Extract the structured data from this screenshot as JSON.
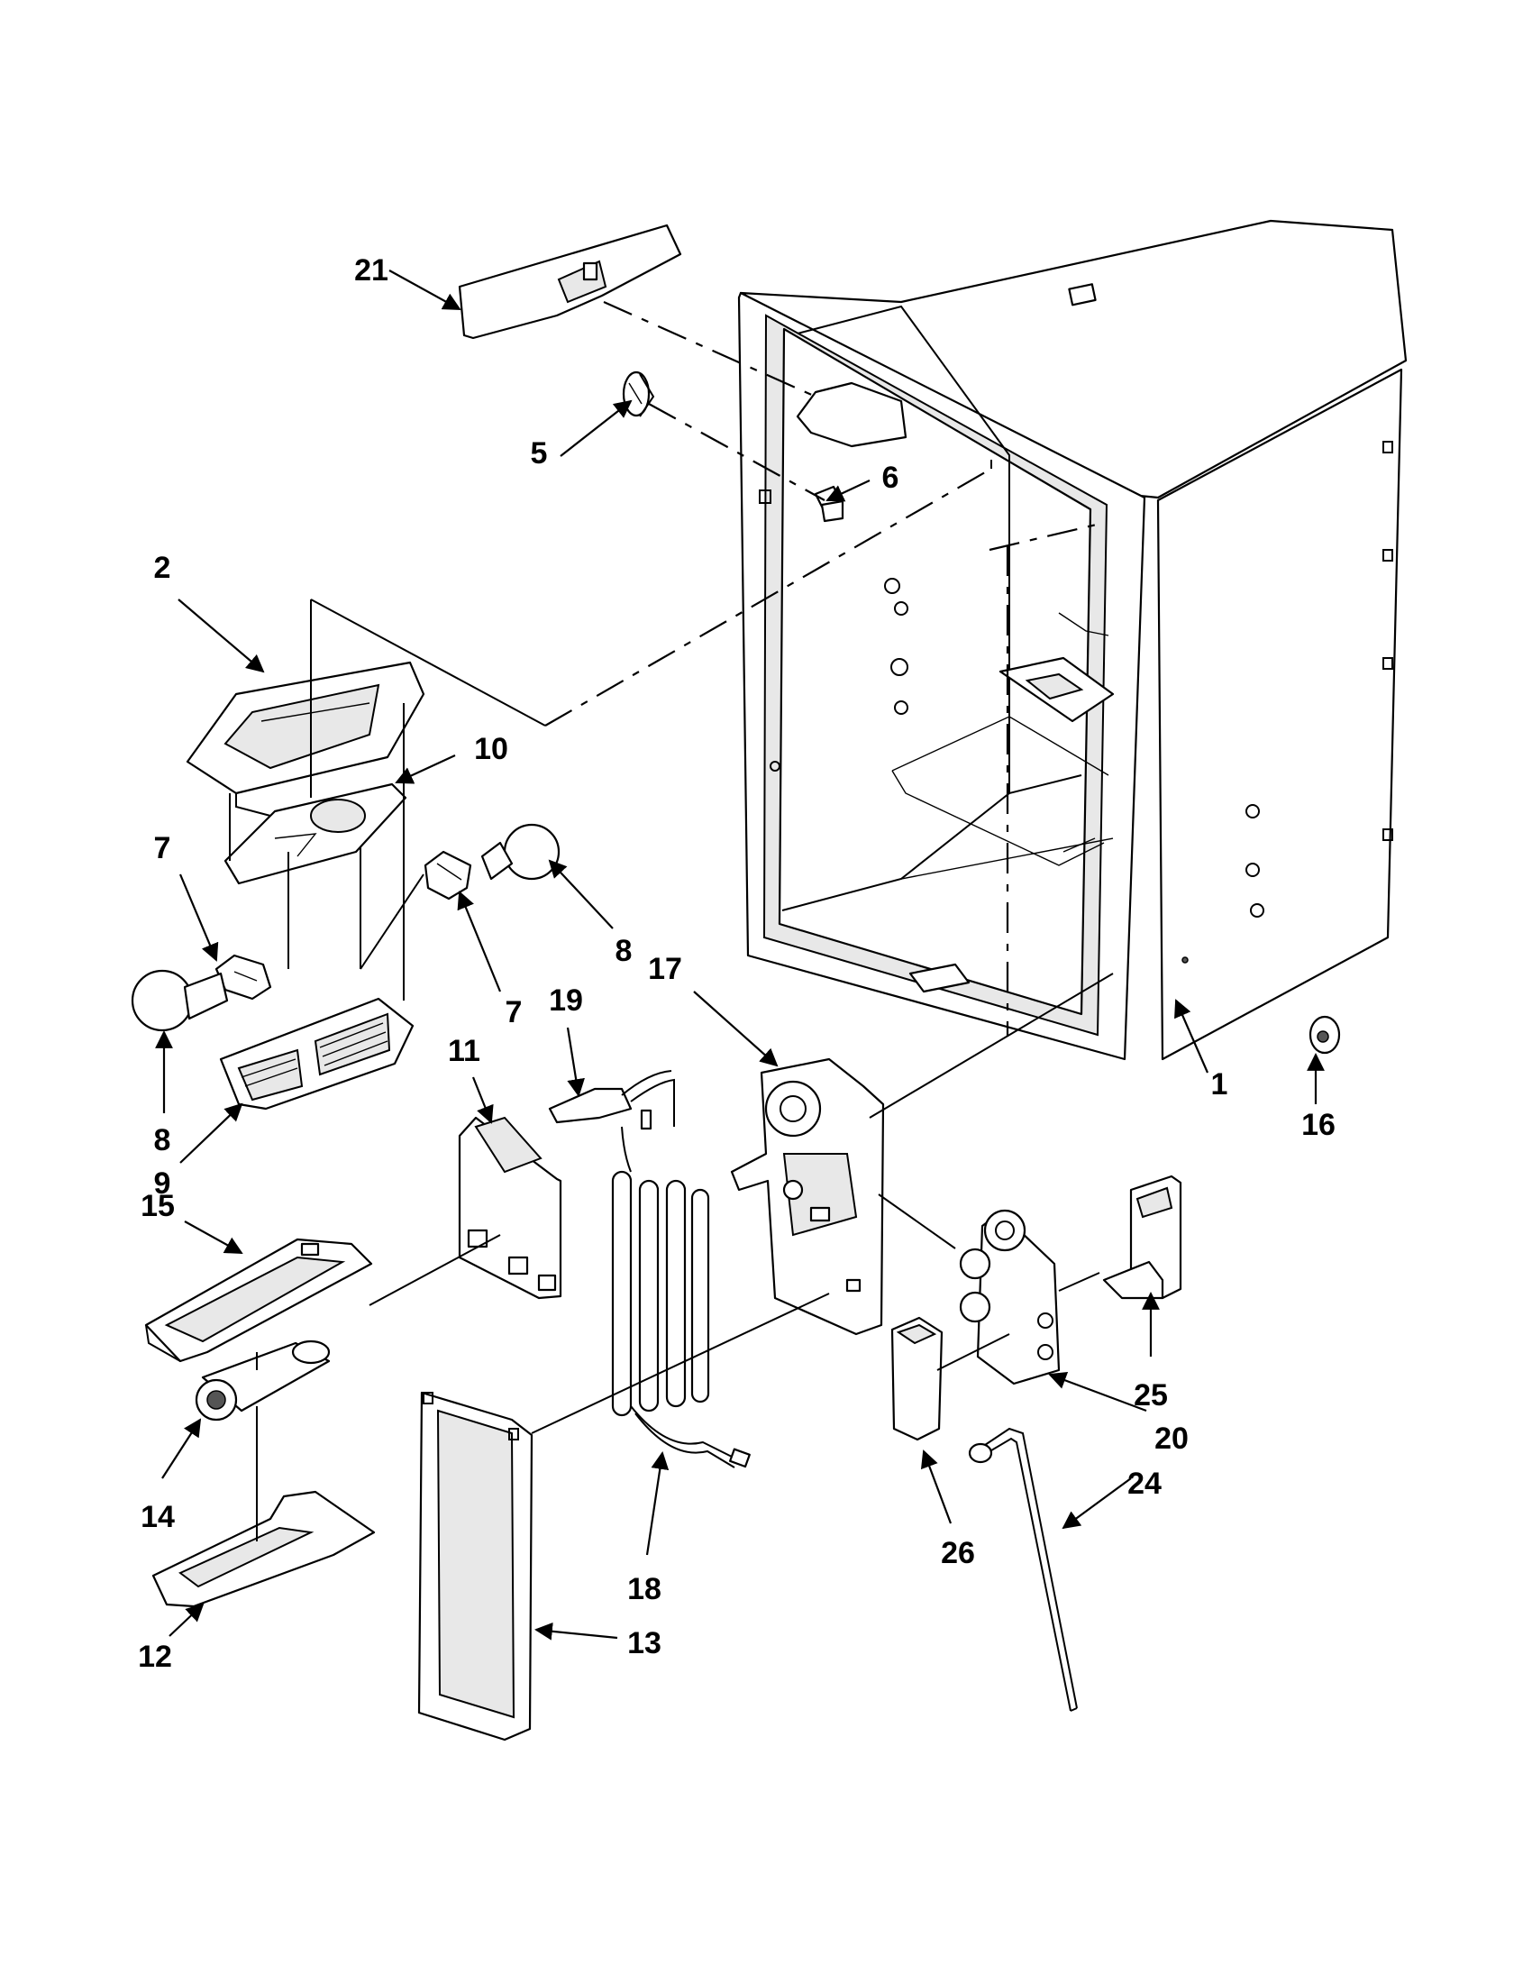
{
  "diagram": {
    "type": "exploded-parts-view",
    "callouts": [
      {
        "id": "1",
        "label": "1"
      },
      {
        "id": "2",
        "label": "2"
      },
      {
        "id": "5",
        "label": "5"
      },
      {
        "id": "6",
        "label": "6"
      },
      {
        "id": "7a",
        "label": "7"
      },
      {
        "id": "7b",
        "label": "7"
      },
      {
        "id": "8a",
        "label": "8"
      },
      {
        "id": "8b",
        "label": "8"
      },
      {
        "id": "9",
        "label": "9"
      },
      {
        "id": "10",
        "label": "10"
      },
      {
        "id": "11",
        "label": "11"
      },
      {
        "id": "12",
        "label": "12"
      },
      {
        "id": "13",
        "label": "13"
      },
      {
        "id": "14",
        "label": "14"
      },
      {
        "id": "15",
        "label": "15"
      },
      {
        "id": "16",
        "label": "16"
      },
      {
        "id": "17",
        "label": "17"
      },
      {
        "id": "18",
        "label": "18"
      },
      {
        "id": "19",
        "label": "19"
      },
      {
        "id": "20",
        "label": "20"
      },
      {
        "id": "21",
        "label": "21"
      },
      {
        "id": "24",
        "label": "24"
      },
      {
        "id": "25",
        "label": "25"
      },
      {
        "id": "26",
        "label": "26"
      }
    ]
  }
}
